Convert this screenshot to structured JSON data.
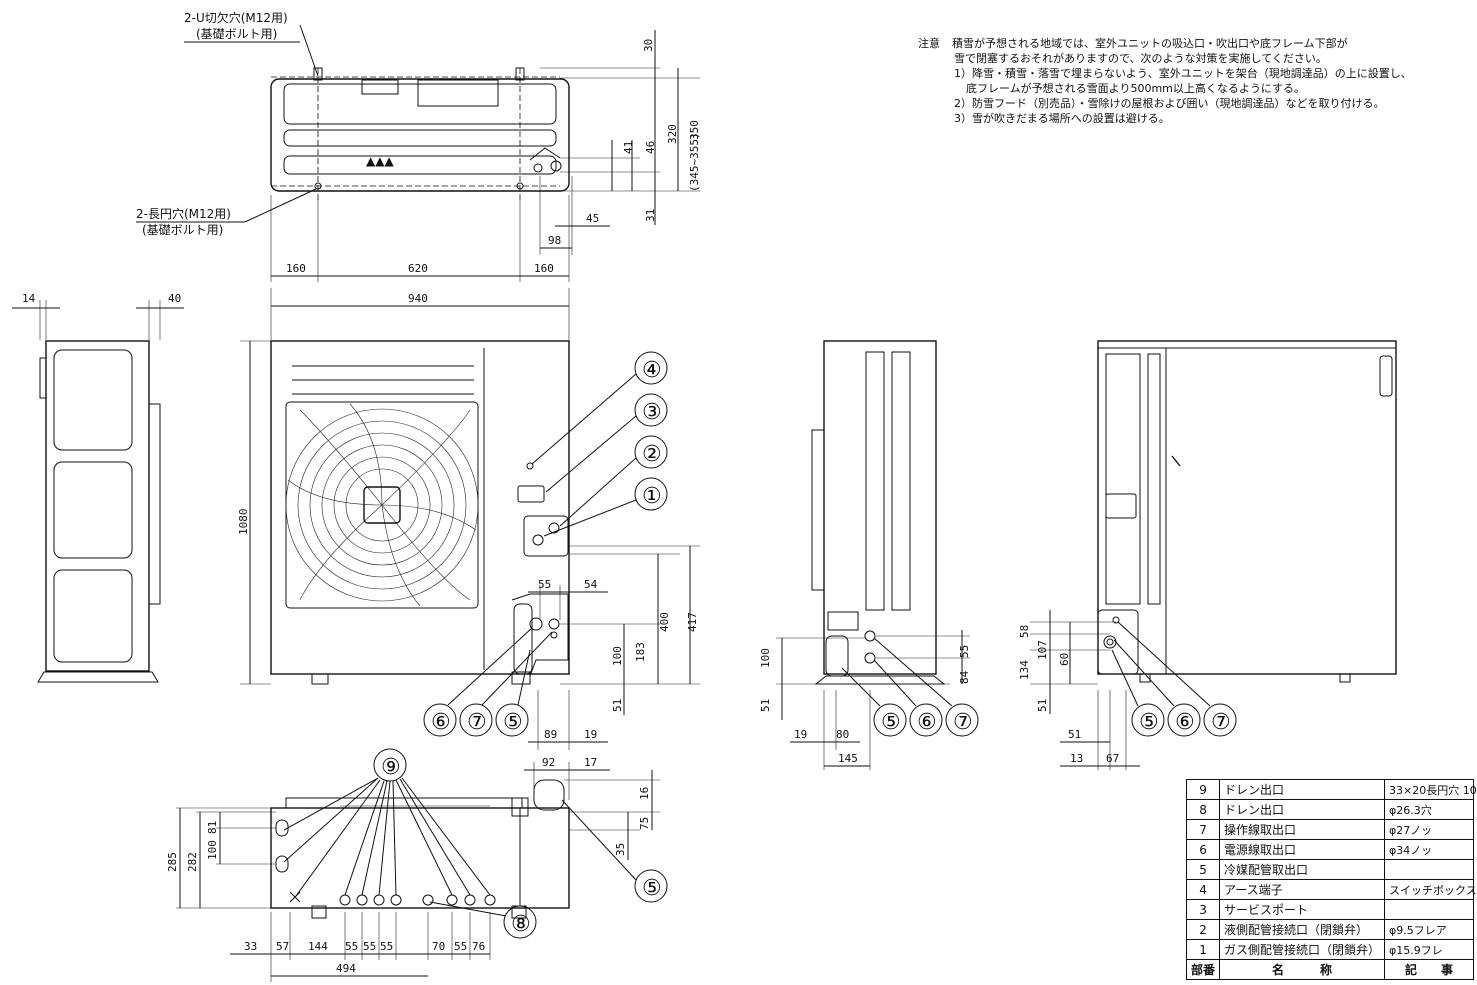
{
  "top_view": {
    "u_slot_label": "2-U切欠穴(M12用)",
    "u_slot_sub": "(基礎ボルト用)",
    "long_hole_label": "2-長円穴(M12用)",
    "long_hole_sub": "(基礎ボルト用)",
    "dims": {
      "d30": "30",
      "d350": "350",
      "d320": "320",
      "d345": "(345~355)",
      "d41": "41",
      "d46": "46",
      "d31": "31",
      "d45": "45",
      "d98": "98",
      "d160a": "160",
      "d620": "620",
      "d160b": "160"
    }
  },
  "notes": {
    "head": "注意",
    "line1": "積雪が予想される地域では、室外ユニットの吸込口・吹出口や底フレーム下部が",
    "line2": "雪で閉塞するおそれがありますので、次のような対策を実施してください。",
    "item1": "1）降雪・積雪・落雪で埋まらないよう、室外ユニットを架台（現地調達品）の上に設置し、",
    "item1b": "底フレームが予想される雪面より500mm以上高くなるようにする。",
    "item2": "2）防雪フード（別売品）・雪除けの屋根および囲い（現地調達品）などを取り付ける。",
    "item3": "3）雪が吹きだまる場所への設置は避ける。"
  },
  "side_left": {
    "d14": "14",
    "d40": "40"
  },
  "front_view": {
    "d940": "940",
    "d1080": "1080",
    "d55": "55",
    "d54": "54",
    "d400": "400",
    "d417": "417",
    "d100": "100",
    "d183": "183",
    "d51": "51",
    "d89": "89",
    "d19": "19",
    "callouts": [
      "④",
      "③",
      "②",
      "①",
      "⑥",
      "⑦",
      "⑤"
    ]
  },
  "right_side_view": {
    "d100": "100",
    "d51": "51",
    "d55": "55",
    "d84": "84",
    "d19": "19",
    "d80": "80",
    "d145": "145",
    "callouts": [
      "⑤",
      "⑥",
      "⑦"
    ]
  },
  "back_view": {
    "d58": "58",
    "d134": "134",
    "d107": "107",
    "d60": "60",
    "d51a": "51",
    "d51b": "51",
    "d13": "13",
    "d67": "67",
    "callouts": [
      "⑤",
      "⑥",
      "⑦"
    ]
  },
  "bottom_view": {
    "callout9": "⑨",
    "callout8": "⑧",
    "callout5": "⑤",
    "d285": "285",
    "d282": "282",
    "d100": "100",
    "d81": "81",
    "d92": "92",
    "d17": "17",
    "d16": "16",
    "d75": "75",
    "d35": "35",
    "d33": "33",
    "d57": "57",
    "d144": "144",
    "d55a": "55",
    "d55b": "55",
    "d55c": "55",
    "d494": "494",
    "d70": "70",
    "d55d": "55",
    "d76": "76"
  },
  "parts_table": {
    "header": {
      "no": "部番",
      "name": "名　　　称",
      "spec": "記　　事"
    },
    "rows": [
      {
        "no": "9",
        "name": "ドレン出口",
        "spec": "33×20長円穴 10"
      },
      {
        "no": "8",
        "name": "ドレン出口",
        "spec": "φ26.3穴"
      },
      {
        "no": "7",
        "name": "操作線取出口",
        "spec": "φ27ノッ"
      },
      {
        "no": "6",
        "name": "電源線取出口",
        "spec": "φ34ノッ"
      },
      {
        "no": "5",
        "name": "冷媒配管取出口",
        "spec": ""
      },
      {
        "no": "4",
        "name": "アース端子",
        "spec": "スイッチボックス"
      },
      {
        "no": "3",
        "name": "サービスポート",
        "spec": ""
      },
      {
        "no": "2",
        "name": "液側配管接続口（閉鎖弁）",
        "spec": "φ9.5フレア"
      },
      {
        "no": "1",
        "name": "ガス側配管接続口（閉鎖弁）",
        "spec": "φ15.9フレ"
      }
    ]
  }
}
